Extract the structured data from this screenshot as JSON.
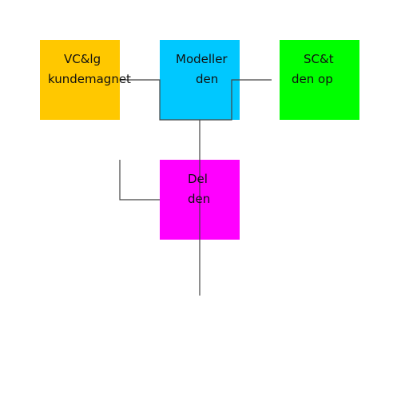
{
  "diagram": {
    "nodes": [
      {
        "id": "valg",
        "lines": [
          "VC&lg",
          "kundemagnet"
        ],
        "color": "#FFC800"
      },
      {
        "id": "modeller",
        "lines": [
          "Modeller",
          "den"
        ],
        "color": "#00C8FF"
      },
      {
        "id": "saet",
        "lines": [
          "SC&t",
          "den op"
        ],
        "color": "#00FF00"
      },
      {
        "id": "del",
        "lines": [
          "Del",
          "den"
        ],
        "color": "#FF00FF"
      }
    ],
    "connector_color": "#444444"
  }
}
